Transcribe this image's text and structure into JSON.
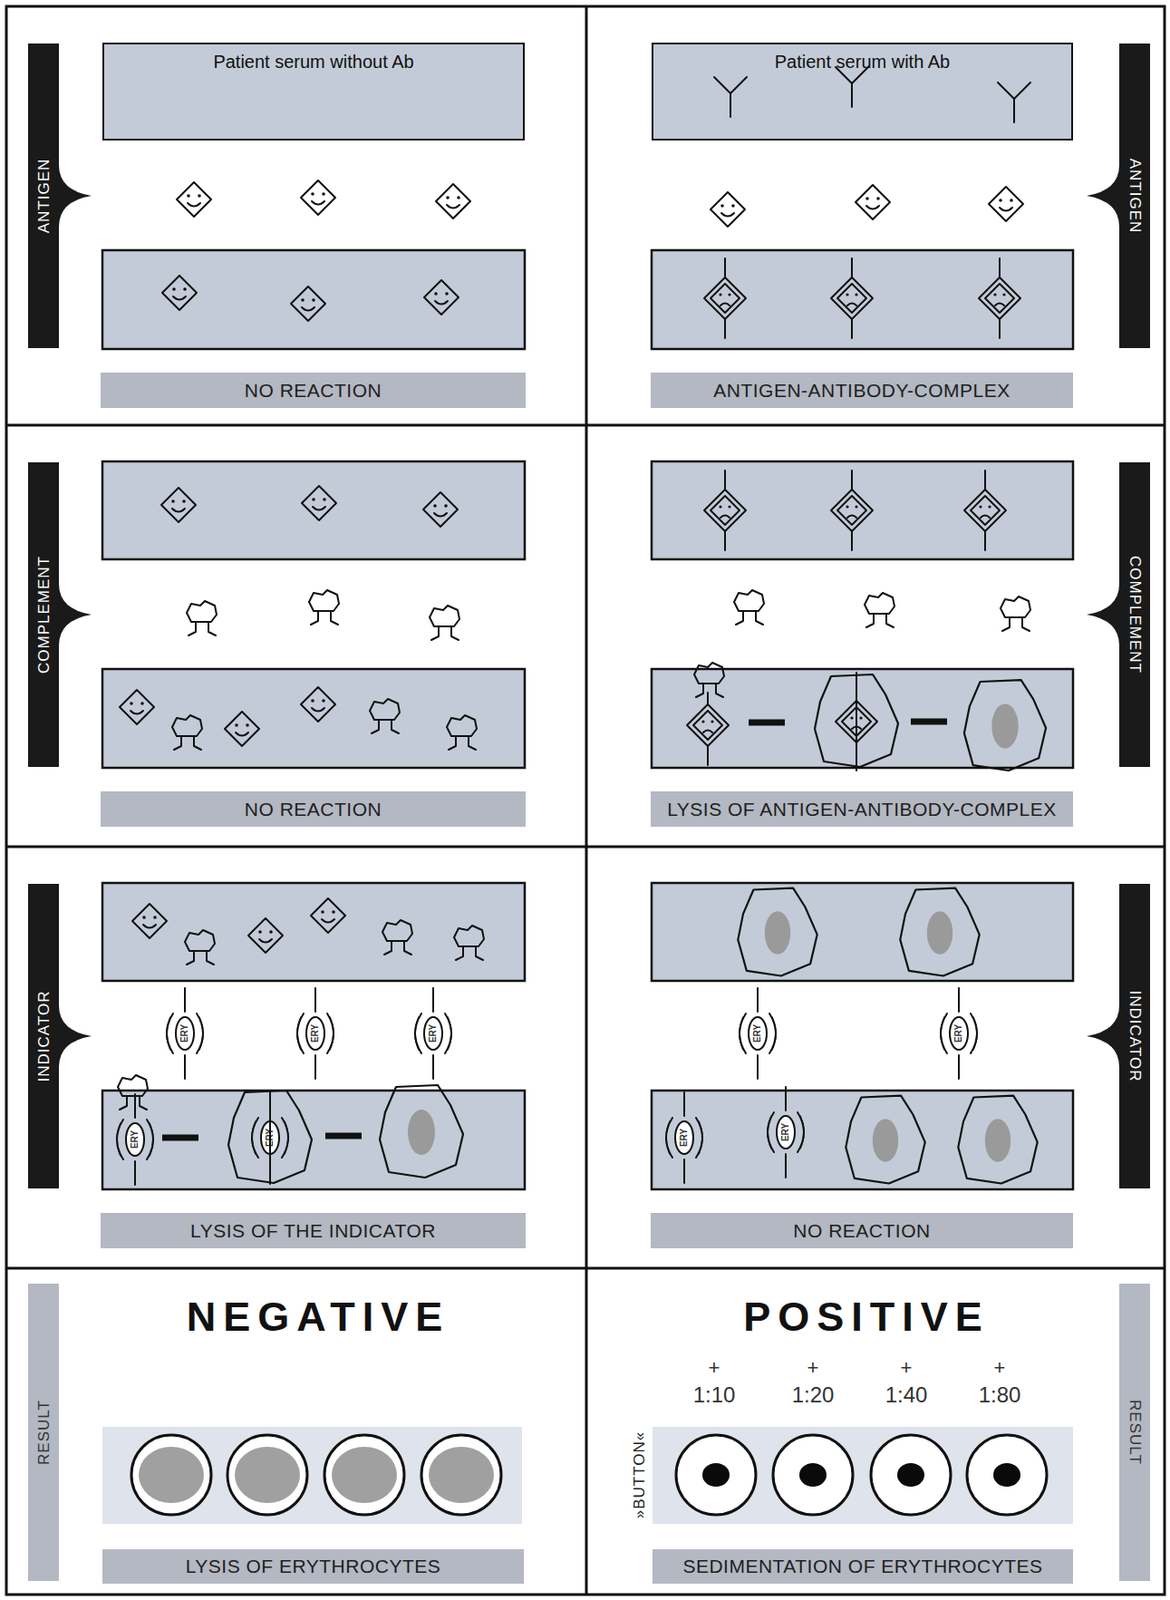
{
  "diagram": {
    "nodes": [
      {
        "text": [
          "ANTIGEN"
        ]
      },
      {
        "text": [
          "Patient serum without Ab"
        ]
      },
      {
        "text": [
          "NO REACTION"
        ]
      },
      {
        "text": [
          "Patient serum with Ab"
        ]
      },
      {
        "text": [
          "ANTIGEN"
        ]
      },
      {
        "text": [
          "ANTIGEN-ANTIBODY-COMPLEX"
        ]
      },
      {
        "text": [
          "COMPLEMENT"
        ]
      },
      {
        "text": [
          "NO REACTION"
        ]
      },
      {
        "text": [
          "COMPLEMENT"
        ]
      },
      {
        "text": [
          "LYSIS OF ANTIGEN-ANTIBODY-COMPLEX"
        ]
      },
      {
        "text": [
          "INDICATOR"
        ]
      },
      {
        "text": [
          "ERY"
        ]
      },
      {
        "text": [
          "ERY"
        ]
      },
      {
        "text": [
          "ERY"
        ]
      },
      {
        "text": [
          "ERY"
        ]
      },
      {
        "text": [
          "ERY"
        ]
      },
      {
        "text": [
          "LYSIS OF THE INDICATOR"
        ]
      },
      {
        "text": [
          "INDICATOR"
        ]
      },
      {
        "text": [
          "ERY"
        ]
      },
      {
        "text": [
          "ERY"
        ]
      },
      {
        "text": [
          "ERY"
        ]
      },
      {
        "text": [
          "ERY"
        ]
      },
      {
        "text": [
          "NO REACTION"
        ]
      },
      {
        "text": [
          "RESULT"
        ]
      },
      {
        "text": [
          "LYSIS OF ERYTHROCYTES"
        ]
      },
      {
        "text": [
          "RESULT"
        ]
      },
      {
        "text": [
          "SEDIMENTATION OF ERYTHROCYTES"
        ]
      }
    ],
    "labels": [
      "NEGATIVE",
      "POSITIVE",
      "+",
      "+",
      "+",
      "+",
      "1:10",
      "1:20",
      "1:40",
      "1:80",
      "»BUTTON«"
    ]
  }
}
